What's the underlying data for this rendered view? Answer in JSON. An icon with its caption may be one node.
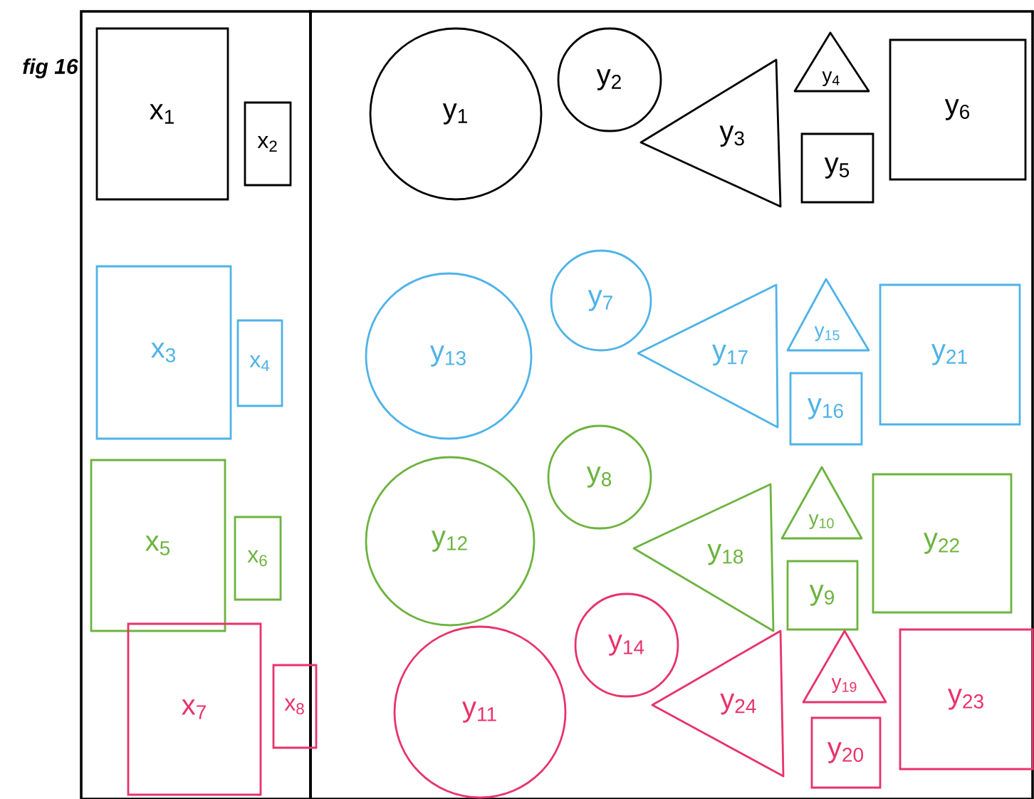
{
  "diagram": {
    "nodes": [
      {
        "text": [],
        "shape": "box"
      },
      {
        "text": [],
        "shape": "box"
      },
      {
        "text": [
          "x$_{1}$"
        ],
        "in": 0
      },
      {
        "text": [
          "x$_{2}$"
        ],
        "in": 0
      },
      {
        "text": [
          "y$_{1}$"
        ],
        "in": 1
      },
      {
        "text": [
          "y$_{2}$"
        ],
        "in": 1
      },
      {
        "text": [
          "y$_{3}$"
        ],
        "in": 1
      },
      {
        "text": [
          "y$_{4}$"
        ],
        "in": 1
      },
      {
        "text": [
          "y$_{5}$"
        ],
        "in": 1
      },
      {
        "text": [
          "y$_{6}$"
        ],
        "in": 1
      },
      {
        "text": [
          "x$_{3}$"
        ],
        "in": 0
      },
      {
        "text": [
          "x$_{4}$"
        ],
        "in": 0
      },
      {
        "text": [
          "y$_{13}$"
        ],
        "in": 1
      },
      {
        "text": [
          "y$_{7}$"
        ],
        "in": 1
      },
      {
        "text": [
          "y$_{17}$"
        ],
        "in": 1
      },
      {
        "text": [
          "y$_{15}$"
        ],
        "in": 1
      },
      {
        "text": [
          "y$_{16}$"
        ],
        "in": 1
      },
      {
        "text": [
          "y$_{21}$"
        ],
        "in": 1
      },
      {
        "text": [
          "x$_{5}$"
        ],
        "in": 0
      },
      {
        "text": [
          "x$_{6}$"
        ],
        "in": 0
      },
      {
        "text": [
          "y$_{12}$"
        ],
        "in": 1
      },
      {
        "text": [
          "y$_{8}$"
        ],
        "in": 1
      },
      {
        "text": [
          "y$_{18}$"
        ],
        "in": 1
      },
      {
        "text": [
          "y$_{10}$"
        ],
        "in": 1
      },
      {
        "text": [
          "y$_{9}$"
        ],
        "in": 1
      },
      {
        "text": [
          "y$_{22}$"
        ],
        "in": 1
      },
      {
        "text": [
          "x$_{7}$"
        ],
        "in": 0
      },
      {
        "text": [
          "x$_{8}$"
        ]
      },
      {
        "text": [
          "y$_{11}$"
        ],
        "in": 1
      },
      {
        "text": [
          "y$_{14}$"
        ],
        "in": 1
      },
      {
        "text": [
          "y$_{24}$"
        ],
        "in": 1
      },
      {
        "text": [
          "y$_{19}$"
        ],
        "in": 1
      },
      {
        "text": [
          "y$_{20}$"
        ],
        "in": 1
      },
      {
        "text": [
          "y$_{23}$"
        ],
        "in": 1
      }
    ],
    "labels": [
      "fig 16"
    ]
  }
}
